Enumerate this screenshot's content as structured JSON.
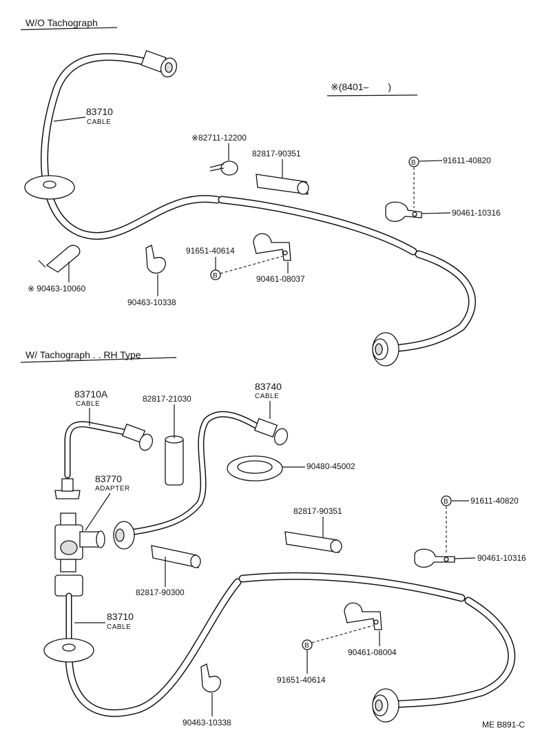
{
  "top_section": {
    "heading": "W/O Tachograph",
    "note": "※(8401–　　)",
    "cable_number": "83710",
    "cable_label": "CABLE",
    "parts": {
      "clamp_82711": "※82711-12200",
      "protector_82817": "82817-90351",
      "bolt_91611": "91611-40820",
      "clamp_90461_10316": "90461-10316",
      "bolt_91651": "91651-40614",
      "clamp_90461_08037": "90461-08037",
      "clip_90463_10060": "※ 90463-10060",
      "clip_90463_10338": "90463-10338"
    }
  },
  "bottom_section": {
    "heading": "W/ Tachograph . . RH Type",
    "cable_a_number": "83710A",
    "cable_a_label": "CABLE",
    "adapter_number": "83770",
    "adapter_label": "ADAPTER",
    "cable_b_number": "83740",
    "cable_b_label": "CABLE",
    "cable_c_number": "83710",
    "cable_c_label": "CABLE",
    "parts": {
      "sleeve_82817_21030": "82817-21030",
      "grommet_90480": "90480-45002",
      "bolt_91611": "91611-40820",
      "protector_82817_90351": "82817-90351",
      "clamp_90461_10316": "90461-10316",
      "protector_82817_90300": "82817-90300",
      "clamp_90461_08004": "90461-08004",
      "bolt_91651": "91651-40614",
      "clip_90463_10338": "90463-10338"
    }
  },
  "bolt_marker": "B",
  "footer_code": "ME  B891-C"
}
